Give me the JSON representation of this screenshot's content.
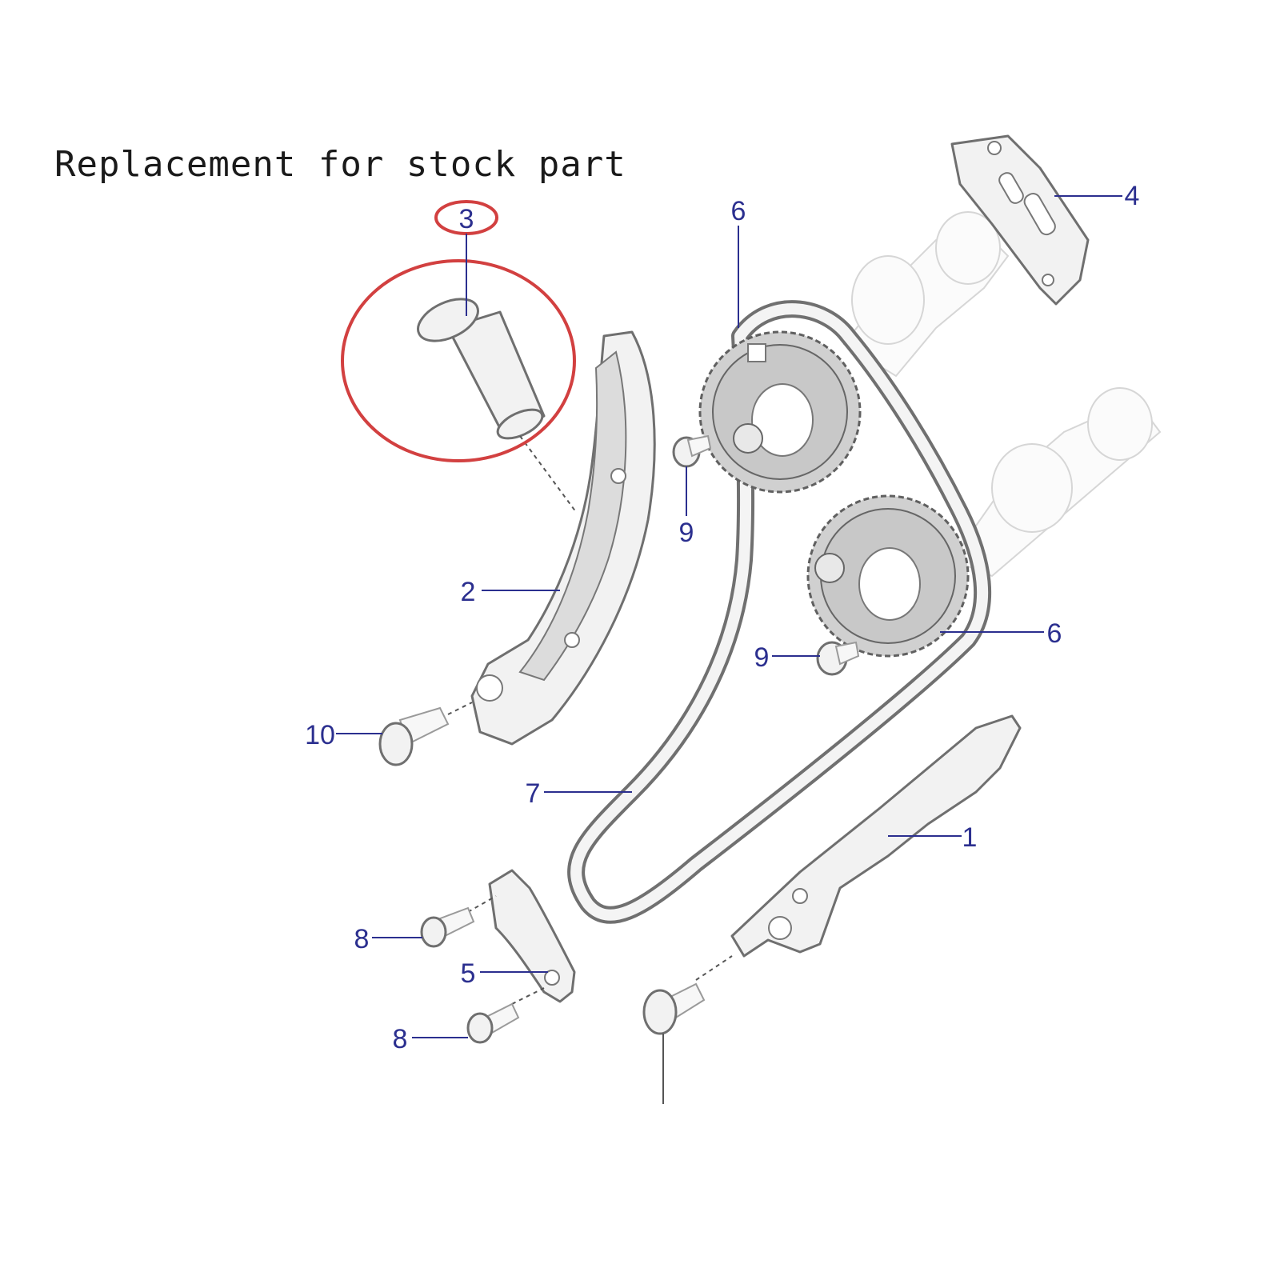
{
  "caption": "Replacement for stock part",
  "highlight_color": "#d24040",
  "callout_color": "#2b2f8f",
  "callouts": {
    "c1": "1",
    "c2": "2",
    "c3": "3",
    "c4": "4",
    "c5": "5",
    "c6_top": "6",
    "c6_right": "6",
    "c7": "7",
    "c8_upper": "8",
    "c8_lower": "8",
    "c9_upper": "9",
    "c9_lower": "9",
    "c10": "10"
  }
}
